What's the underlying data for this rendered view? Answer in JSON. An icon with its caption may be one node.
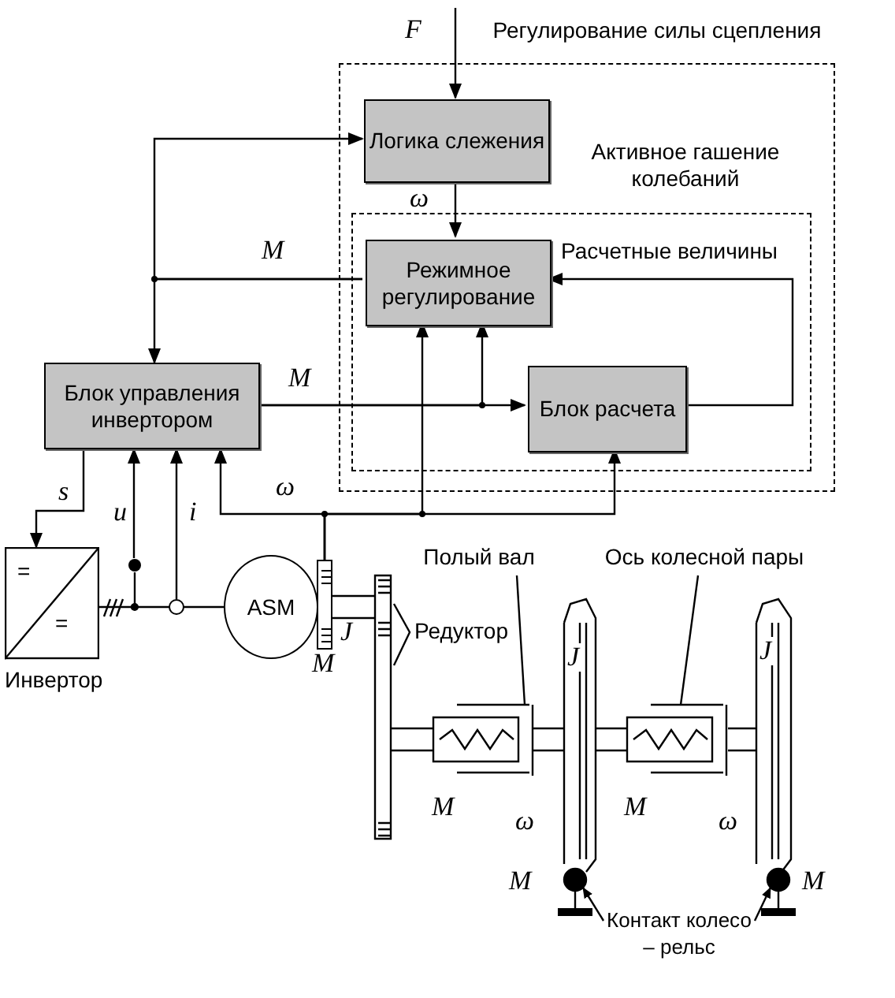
{
  "diagram": {
    "nodes": [
      {
        "text": [
          "Регулирование силы сцепления"
        ]
      },
      {
        "text": [
          "Активное гашение колебаний"
        ],
        "in": 0
      },
      {
        "text": [
          "Логика слежения"
        ],
        "in": 0
      },
      {
        "text": [
          "Режимное регулирование"
        ],
        "in": 1
      },
      {
        "text": [
          "Блок расчета"
        ],
        "in": 1
      },
      {
        "text": [
          "Блок управления инвертором"
        ]
      },
      {
        "text": [
          "=",
          "=",
          "Инвертор"
        ]
      },
      {
        "text": [
          "ASM"
        ]
      },
      {
        "text": [],
        "shape": "circle"
      },
      {
        "text": [],
        "shape": "circle"
      },
      {
        "text": [],
        "shape": "box"
      },
      {
        "text": [
          "Полый вал"
        ]
      },
      {
        "text": [
          "Ось колесной пары"
        ]
      },
      {
        "text": [
          "Контакт колесо – рельс"
        ]
      }
    ],
    "edges": [
      {
        "from": null,
        "to": 2,
        "arrow": "to",
        "label": "F"
      },
      {
        "from": 2,
        "to": 3,
        "arrow": "to",
        "label": "ω"
      },
      {
        "from": 3,
        "to": 5,
        "arrow": "to",
        "label": "M"
      },
      {
        "from": 3,
        "to": 2,
        "arrow": "to"
      },
      {
        "from": 4,
        "to": 3,
        "arrow": "to",
        "label": "Расчетные величины"
      },
      {
        "from": 5,
        "to": 4,
        "arrow": "to",
        "label": "M"
      },
      {
        "from": 5,
        "to": 3,
        "arrow": "to"
      },
      {
        "from": 10,
        "to": 5,
        "arrow": "to",
        "label": "ω"
      },
      {
        "from": 10,
        "to": 3,
        "arrow": "to"
      },
      {
        "from": 10,
        "to": 4,
        "arrow": "to"
      },
      {
        "from": 5,
        "to": 6,
        "arrow": "to",
        "label": "s"
      },
      {
        "from": 8,
        "to": 5,
        "arrow": "to",
        "label": "u"
      },
      {
        "from": 9,
        "to": 5,
        "arrow": "to",
        "label": "i"
      },
      {
        "from": 6,
        "to": 7,
        "arrow": "none"
      },
      {
        "from": 11,
        "to": null,
        "arrow": "none"
      },
      {
        "from": 12,
        "to": null,
        "arrow": "none"
      },
      {
        "from": 13,
        "to": null,
        "arrow": "to"
      },
      {
        "from": 13,
        "to": null,
        "arrow": "to"
      }
    ],
    "labels": [
      "J",
      "Редуктор",
      "M",
      "J",
      "J",
      "M",
      "ω",
      "M",
      "ω",
      "M",
      "M"
    ]
  }
}
